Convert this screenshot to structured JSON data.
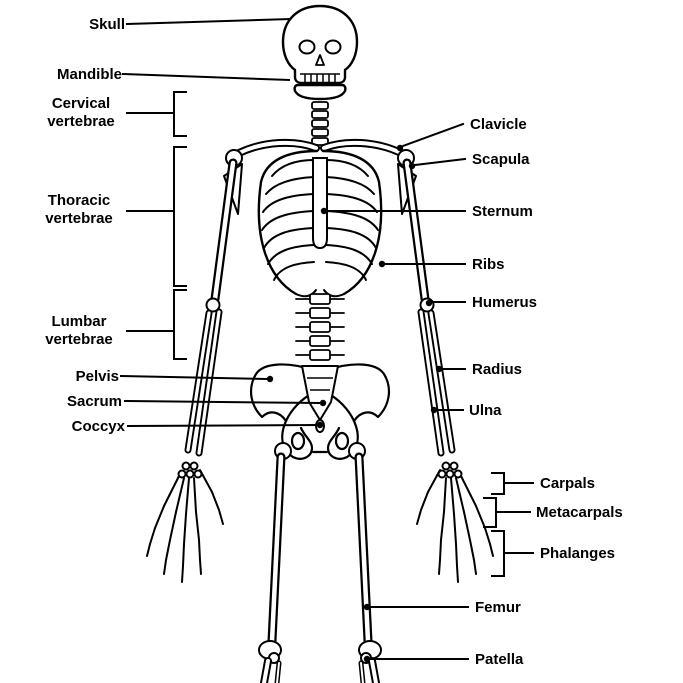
{
  "diagram": {
    "labels": {
      "skull": "Skull",
      "mandible": "Mandible",
      "cervical_vertebrae": "Cervical vertebrae",
      "thoracic_vertebrae": "Thoracic vertebrae",
      "lumbar_vertebrae": "Lumbar vertebrae",
      "pelvis": "Pelvis",
      "sacrum": "Sacrum",
      "coccyx": "Coccyx",
      "clavicle": "Clavicle",
      "scapula": "Scapula",
      "sternum": "Sternum",
      "ribs": "Ribs",
      "humerus": "Humerus",
      "radius": "Radius",
      "ulna": "Ulna",
      "carpals": "Carpals",
      "metacarpals": "Metacarpals",
      "phalanges": "Phalanges",
      "femur": "Femur",
      "patella": "Patella"
    },
    "colors": {
      "ink": "#000000",
      "background": "#ffffff"
    }
  }
}
